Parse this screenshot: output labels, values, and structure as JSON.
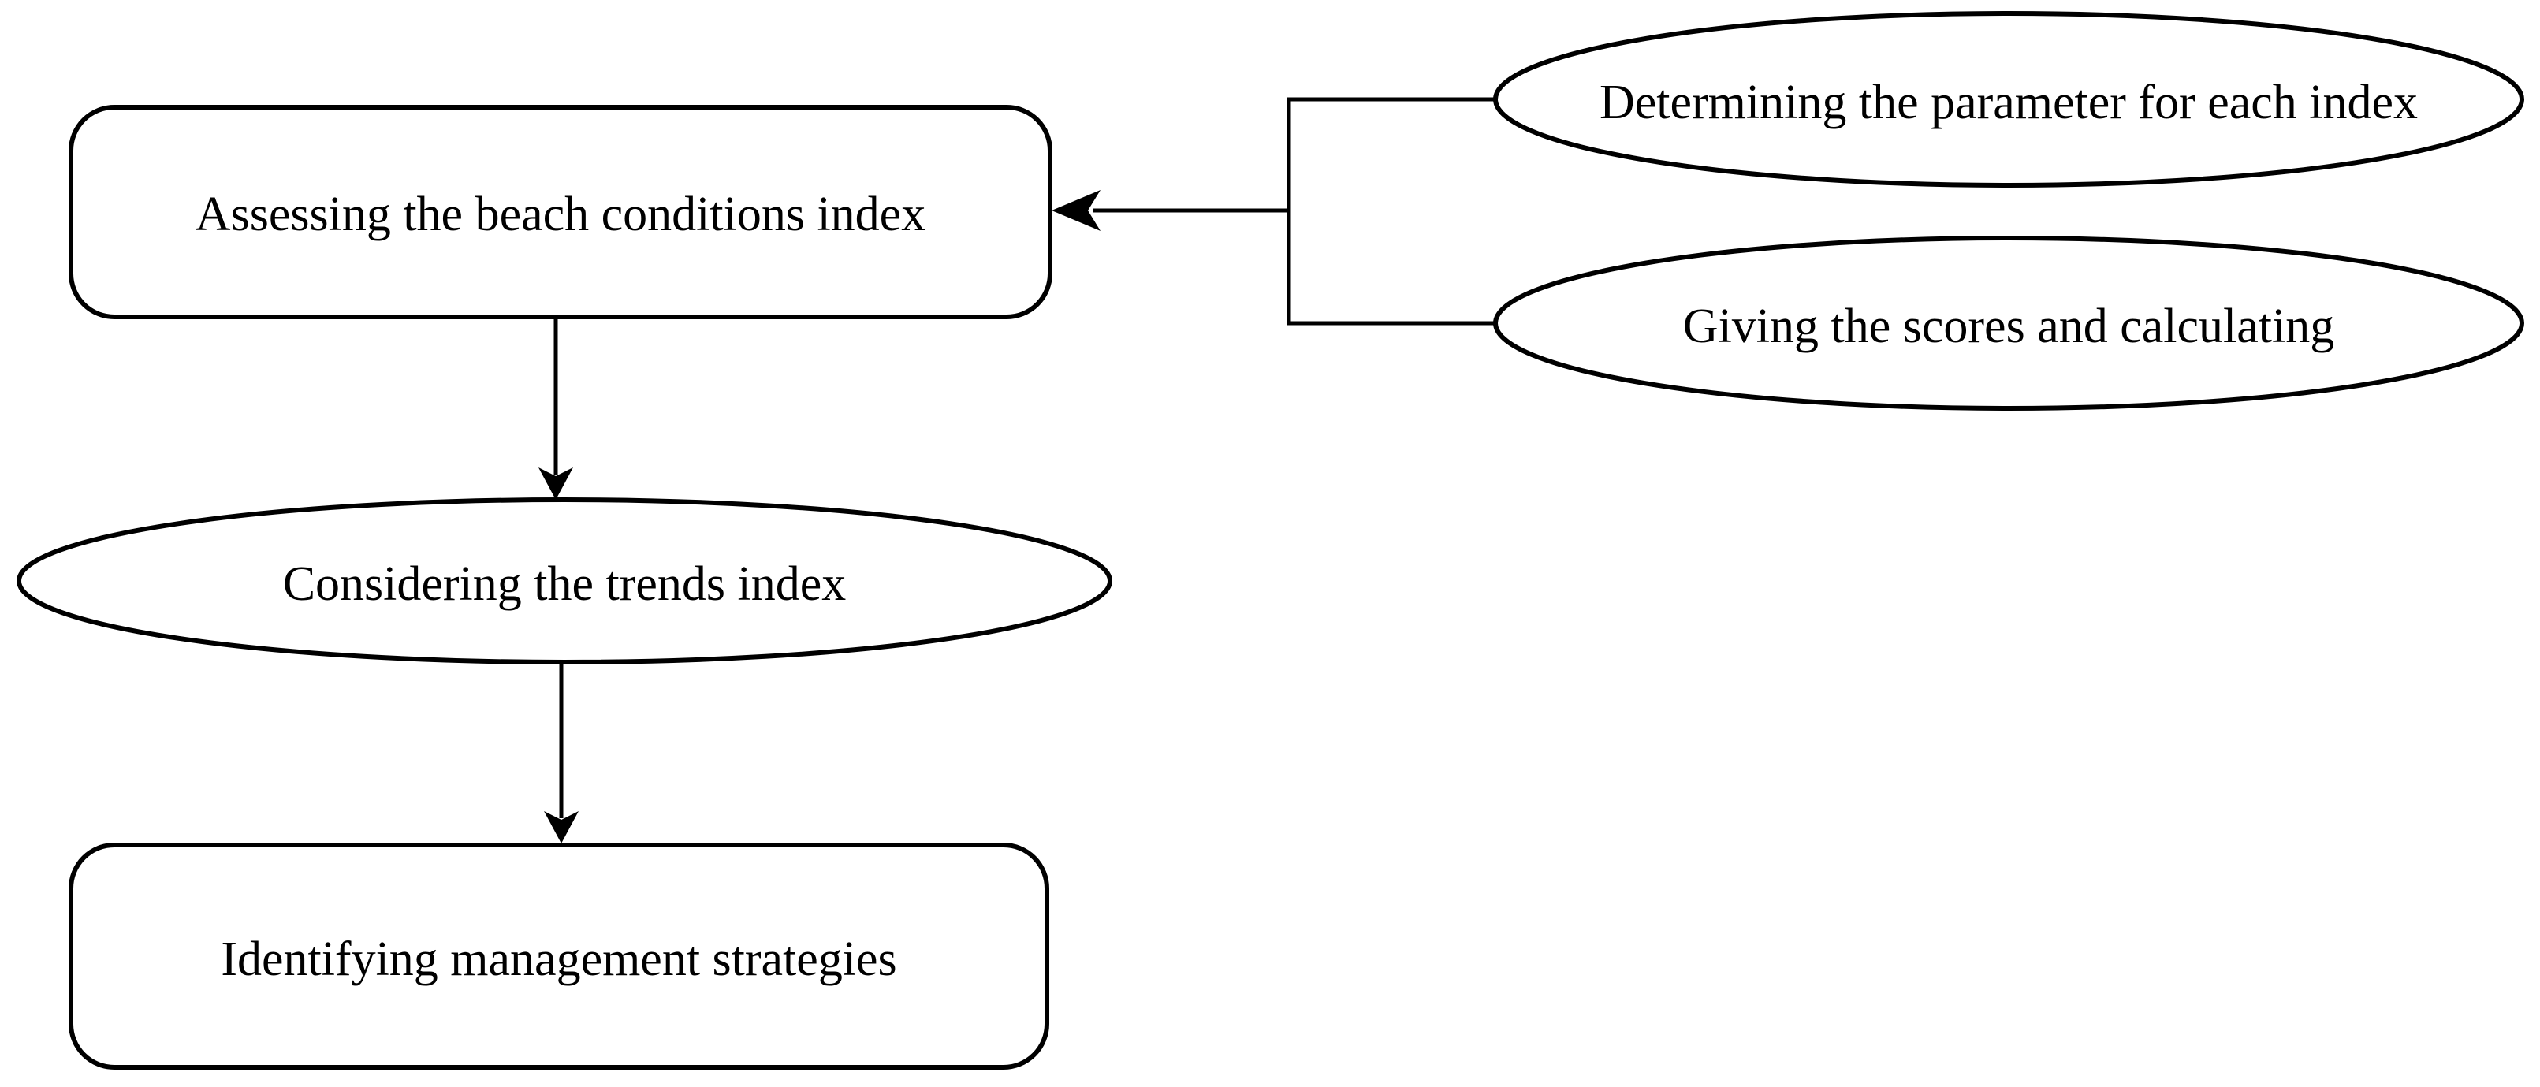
{
  "diagram": {
    "type": "flowchart",
    "background_color": "#ffffff",
    "stroke_color": "#000000",
    "text_color": "#000000",
    "nodes": [
      {
        "id": "assessing",
        "shape": "rounded-rectangle",
        "label": "Assessing the beach conditions index"
      },
      {
        "id": "determining",
        "shape": "ellipse",
        "label": "Determining the parameter for each index"
      },
      {
        "id": "giving",
        "shape": "ellipse",
        "label": "Giving the scores and calculating"
      },
      {
        "id": "considering",
        "shape": "ellipse",
        "label": "Considering the trends index"
      },
      {
        "id": "identifying",
        "shape": "rounded-rectangle",
        "label": "Identifying management strategies"
      }
    ],
    "edges": [
      {
        "from": "determining & giving",
        "to": "assessing",
        "style": "bracket-merge, arrow pointing left"
      },
      {
        "from": "assessing",
        "to": "considering",
        "style": "arrow pointing down"
      },
      {
        "from": "considering",
        "to": "identifying",
        "style": "arrow pointing down"
      }
    ]
  }
}
